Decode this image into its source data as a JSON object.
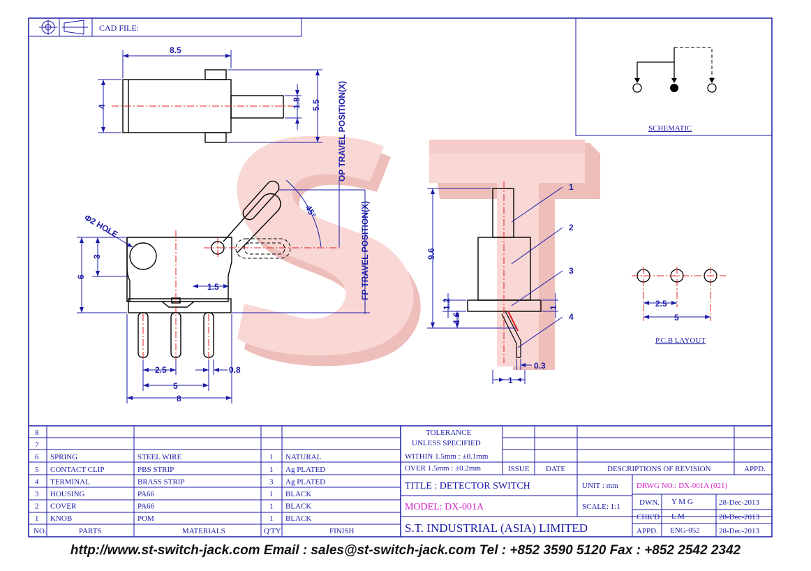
{
  "header": {
    "cad_file_label": "CAD FILE:"
  },
  "schematic": {
    "label": "SCHEMATIC"
  },
  "pcb": {
    "label": "P.C.B LAYOUT",
    "dim_pitch": "2.5",
    "dim_total": "5"
  },
  "dimensions": {
    "top_width": "8.5",
    "top_height_4": "4",
    "top_shaft_1_8": "1.8",
    "top_height_5_5": "5.5",
    "hole_label": "Φ2 HOLE",
    "angle": "45°",
    "op_travel": "OP TRAVEL POSITION(X)",
    "fp_travel": "FP TRAVEL POSITION(X)",
    "front_6": "6",
    "front_3": "3",
    "front_1_5": "1.5",
    "front_2_5": "2.5",
    "front_0_8": "0.8",
    "front_5": "5",
    "front_8": "8",
    "side_9_6": "9.6",
    "side_1_2": "1.2",
    "side_1_6": "1.6",
    "side_1": "1",
    "side_0_3": "0.3",
    "side_bottom_1": "1",
    "callouts": [
      "1",
      "2",
      "3",
      "4"
    ]
  },
  "watermark": {
    "text": "ST"
  },
  "bom": {
    "rows": [
      {
        "no": "8",
        "part": "",
        "material": "",
        "qty": "",
        "finish": ""
      },
      {
        "no": "7",
        "part": "",
        "material": "",
        "qty": "",
        "finish": ""
      },
      {
        "no": "6",
        "part": "SPRING",
        "material": "STEEL WIRE",
        "qty": "1",
        "finish": "NATURAL"
      },
      {
        "no": "5",
        "part": "CONTACT CLIP",
        "material": "PBS STRIP",
        "qty": "1",
        "finish": "Ag PLATED"
      },
      {
        "no": "4",
        "part": "TERMINAL",
        "material": "BRASS STRIP",
        "qty": "3",
        "finish": "Ag PLATED"
      },
      {
        "no": "3",
        "part": "HOUSING",
        "material": "PA66",
        "qty": "1",
        "finish": "BLACK"
      },
      {
        "no": "2",
        "part": "COVER",
        "material": "PA66",
        "qty": "1",
        "finish": "BLACK"
      },
      {
        "no": "1",
        "part": "KNOB",
        "material": "POM",
        "qty": "1",
        "finish": "BLACK"
      }
    ],
    "headers": {
      "no": "NO.",
      "parts": "PARTS",
      "materials": "MATERIALS",
      "qty": "Q'TY",
      "finish": "FINISH"
    }
  },
  "titleblock": {
    "tolerance_1": "TOLERANCE",
    "tolerance_2": "UNLESS  SPECIFIED",
    "within": "WITHIN  1.5mm : ±0.1mm",
    "over": "OVER    1.5mm : ±0.2mm",
    "issue": "ISSUE",
    "date": "DATE",
    "descriptions": "DESCRIPTIONS  OF  REVISION",
    "appd": "APPD.",
    "title": "TITLE : DETECTOR SWITCH",
    "unit": "UNIT :   mm",
    "drwg_no": "DRWG NO.: DX-001A (021)",
    "model": "MODEL: DX-001A",
    "scale": "SCALE:   1:1",
    "company": "S.T.  INDUSTRIAL  (ASIA)  LIMITED",
    "dwn_label": "DWN.",
    "dwn_name": "Y M G",
    "dwn_date": "28-Dec-2013",
    "chkd_label": "CHK'D",
    "chkd_name": "L M",
    "chkd_date": "28-Dec-2013",
    "appd_label": "APPD.",
    "appd_name": "ENG-052",
    "appd_date": "28-Dec-2013"
  },
  "footer": {
    "contact": "http://www.st-switch-jack.com  Email : sales@st-switch-jack.com  Tel : +852 3590 5120  Fax : +852 2542 2342"
  }
}
